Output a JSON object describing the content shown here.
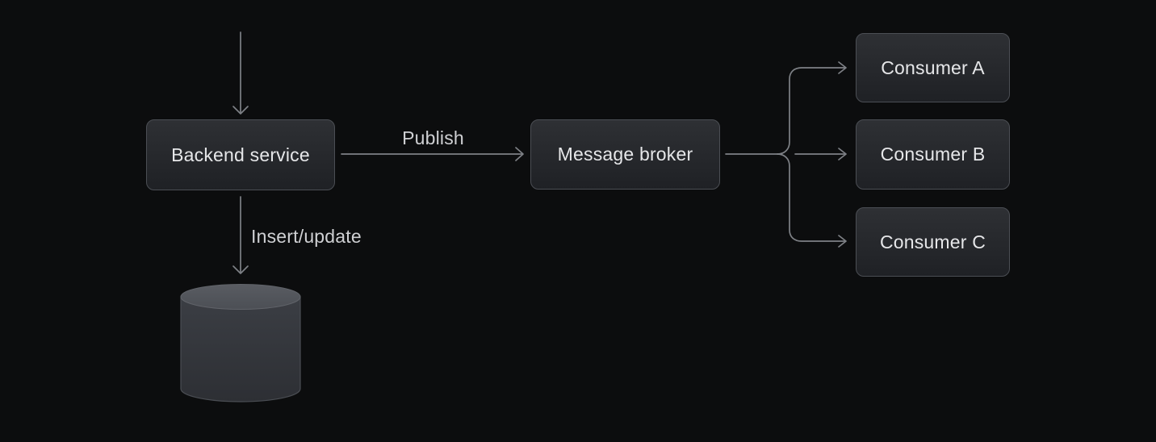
{
  "nodes": {
    "backend": {
      "label": "Backend service"
    },
    "broker": {
      "label": "Message broker"
    },
    "consumer_a": {
      "label": "Consumer A"
    },
    "consumer_b": {
      "label": "Consumer B"
    },
    "consumer_c": {
      "label": "Consumer C"
    }
  },
  "edges": {
    "publish": {
      "label": "Publish"
    },
    "insert_update": {
      "label": "Insert/update"
    }
  },
  "icons": {
    "database": "database-cylinder-icon"
  },
  "colors": {
    "background": "#0c0d0e",
    "node_fill_top": "#2e3034",
    "node_fill_bottom": "#1f2125",
    "node_border": "#4b4e54",
    "node_text": "#e6e7e9",
    "edge": "#7e8186",
    "edge_label": "#cfd0d3",
    "cylinder_body": "#383b41",
    "cylinder_top": "#53565c"
  }
}
